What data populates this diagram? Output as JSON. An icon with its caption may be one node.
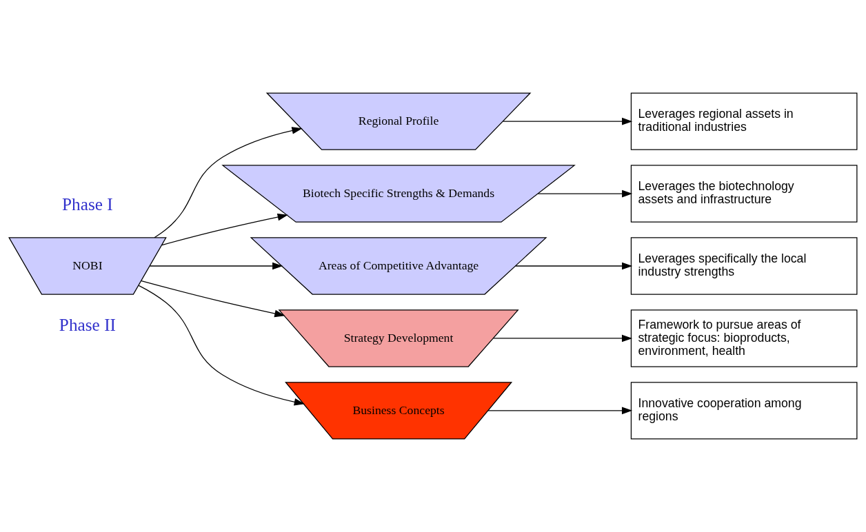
{
  "diagram": {
    "nodes": [
      {
        "text": [
          "Regional Profile"
        ]
      },
      {
        "text": [
          "Biotech Specific Strengths & Demands"
        ]
      },
      {
        "text": [
          "Areas of Competitive Advantage"
        ]
      },
      {
        "text": [
          "Strategy Development"
        ]
      },
      {
        "text": [
          "Business Concepts"
        ]
      },
      {
        "text": [
          "NOBI"
        ]
      },
      {
        "text": [
          "Leverages regional assets in traditional industries"
        ]
      },
      {
        "text": [
          "Leverages the biotechnology assets and infrastructure"
        ]
      },
      {
        "text": [
          "Leverages specifically the local industry strengths"
        ]
      },
      {
        "text": [
          "Framework to pursue areas of strategic focus: bioproducts, environment, health"
        ]
      },
      {
        "text": [
          "Innovative cooperation among regions"
        ]
      }
    ],
    "edges": [
      {
        "from": 0,
        "to": 6,
        "arrow": "to"
      },
      {
        "from": 1,
        "to": 7,
        "arrow": "to"
      },
      {
        "from": 2,
        "to": 8,
        "arrow": "to"
      },
      {
        "from": 3,
        "to": 9,
        "arrow": "to"
      },
      {
        "from": 4,
        "to": 10,
        "arrow": "to"
      },
      {
        "from": 5,
        "to": 0,
        "arrow": "to"
      },
      {
        "from": 5,
        "to": 1,
        "arrow": "to"
      },
      {
        "from": 5,
        "to": 2,
        "arrow": "to"
      },
      {
        "from": 5,
        "to": 3,
        "arrow": "to"
      },
      {
        "from": 5,
        "to": 4,
        "arrow": "to"
      }
    ],
    "labels": [
      "Phase I",
      "Phase II"
    ]
  }
}
